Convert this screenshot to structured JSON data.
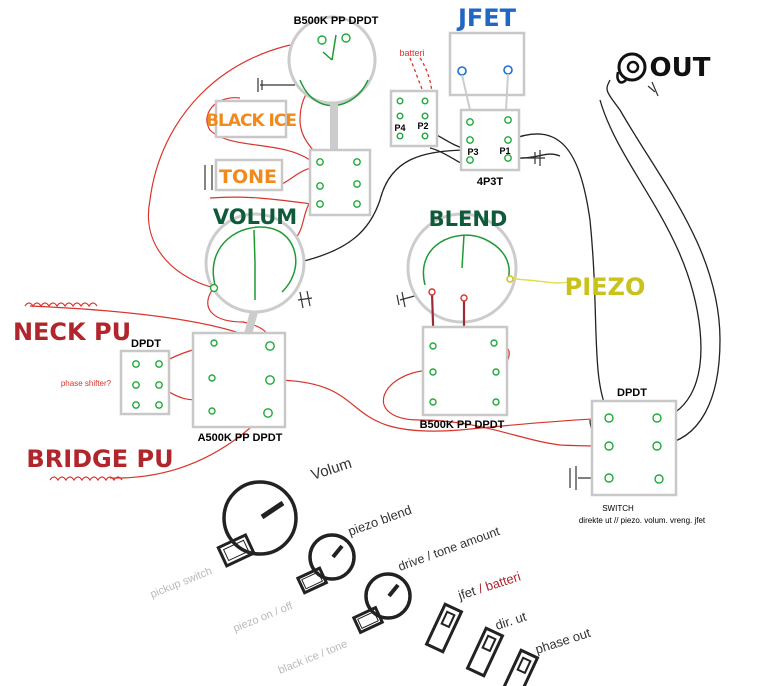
{
  "components": {
    "b500k_top": "B500K PP DPDT",
    "jfet": "JFET",
    "batteri": "batteri",
    "out": "OUT",
    "p4": "P4",
    "p2": "P2",
    "p3": "P3",
    "p1": "P1",
    "p4p3t": "4P3T",
    "black_ice": "BLACK ICE",
    "tone": "TONE",
    "volum_pot": "VOLUM",
    "blend_pot": "BLEND",
    "piezo": "PIEZO",
    "neck_pu": "NECK PU",
    "bridge_pu": "BRIDGE PU",
    "dpdt_left": "DPDT",
    "phase_shifter": "phase shifter?",
    "a500k": "A500K PP DPDT",
    "b500k_bottom": "B500K PP DPDT",
    "dpdt_right": "DPDT",
    "switch": "SWITCH",
    "switch_note": "direkte ut // piezo. volum. vreng. jfet"
  },
  "controls": {
    "volum": "Volum",
    "piezo_blend": "piezo blend",
    "drive_tone": "drive / tone amount",
    "jfet": "jfet",
    "jfet_batteri": "/ batteri",
    "dir_ut": "dir. ut",
    "phase_out": "phase out",
    "pickup_switch": "pickup switch",
    "piezo_on_off": "piezo on / off",
    "black_ice_tone": "black ice / tone"
  },
  "colors": {
    "red_wire": "#d9342b",
    "green_wire": "#1f9a34",
    "black_ice_orange": "#f08a1c",
    "piezo_yellow": "#c9c21a",
    "jfet_blue": "#2266c4",
    "label_green": "#0f5a3a",
    "pickup_red": "#b0262c"
  }
}
